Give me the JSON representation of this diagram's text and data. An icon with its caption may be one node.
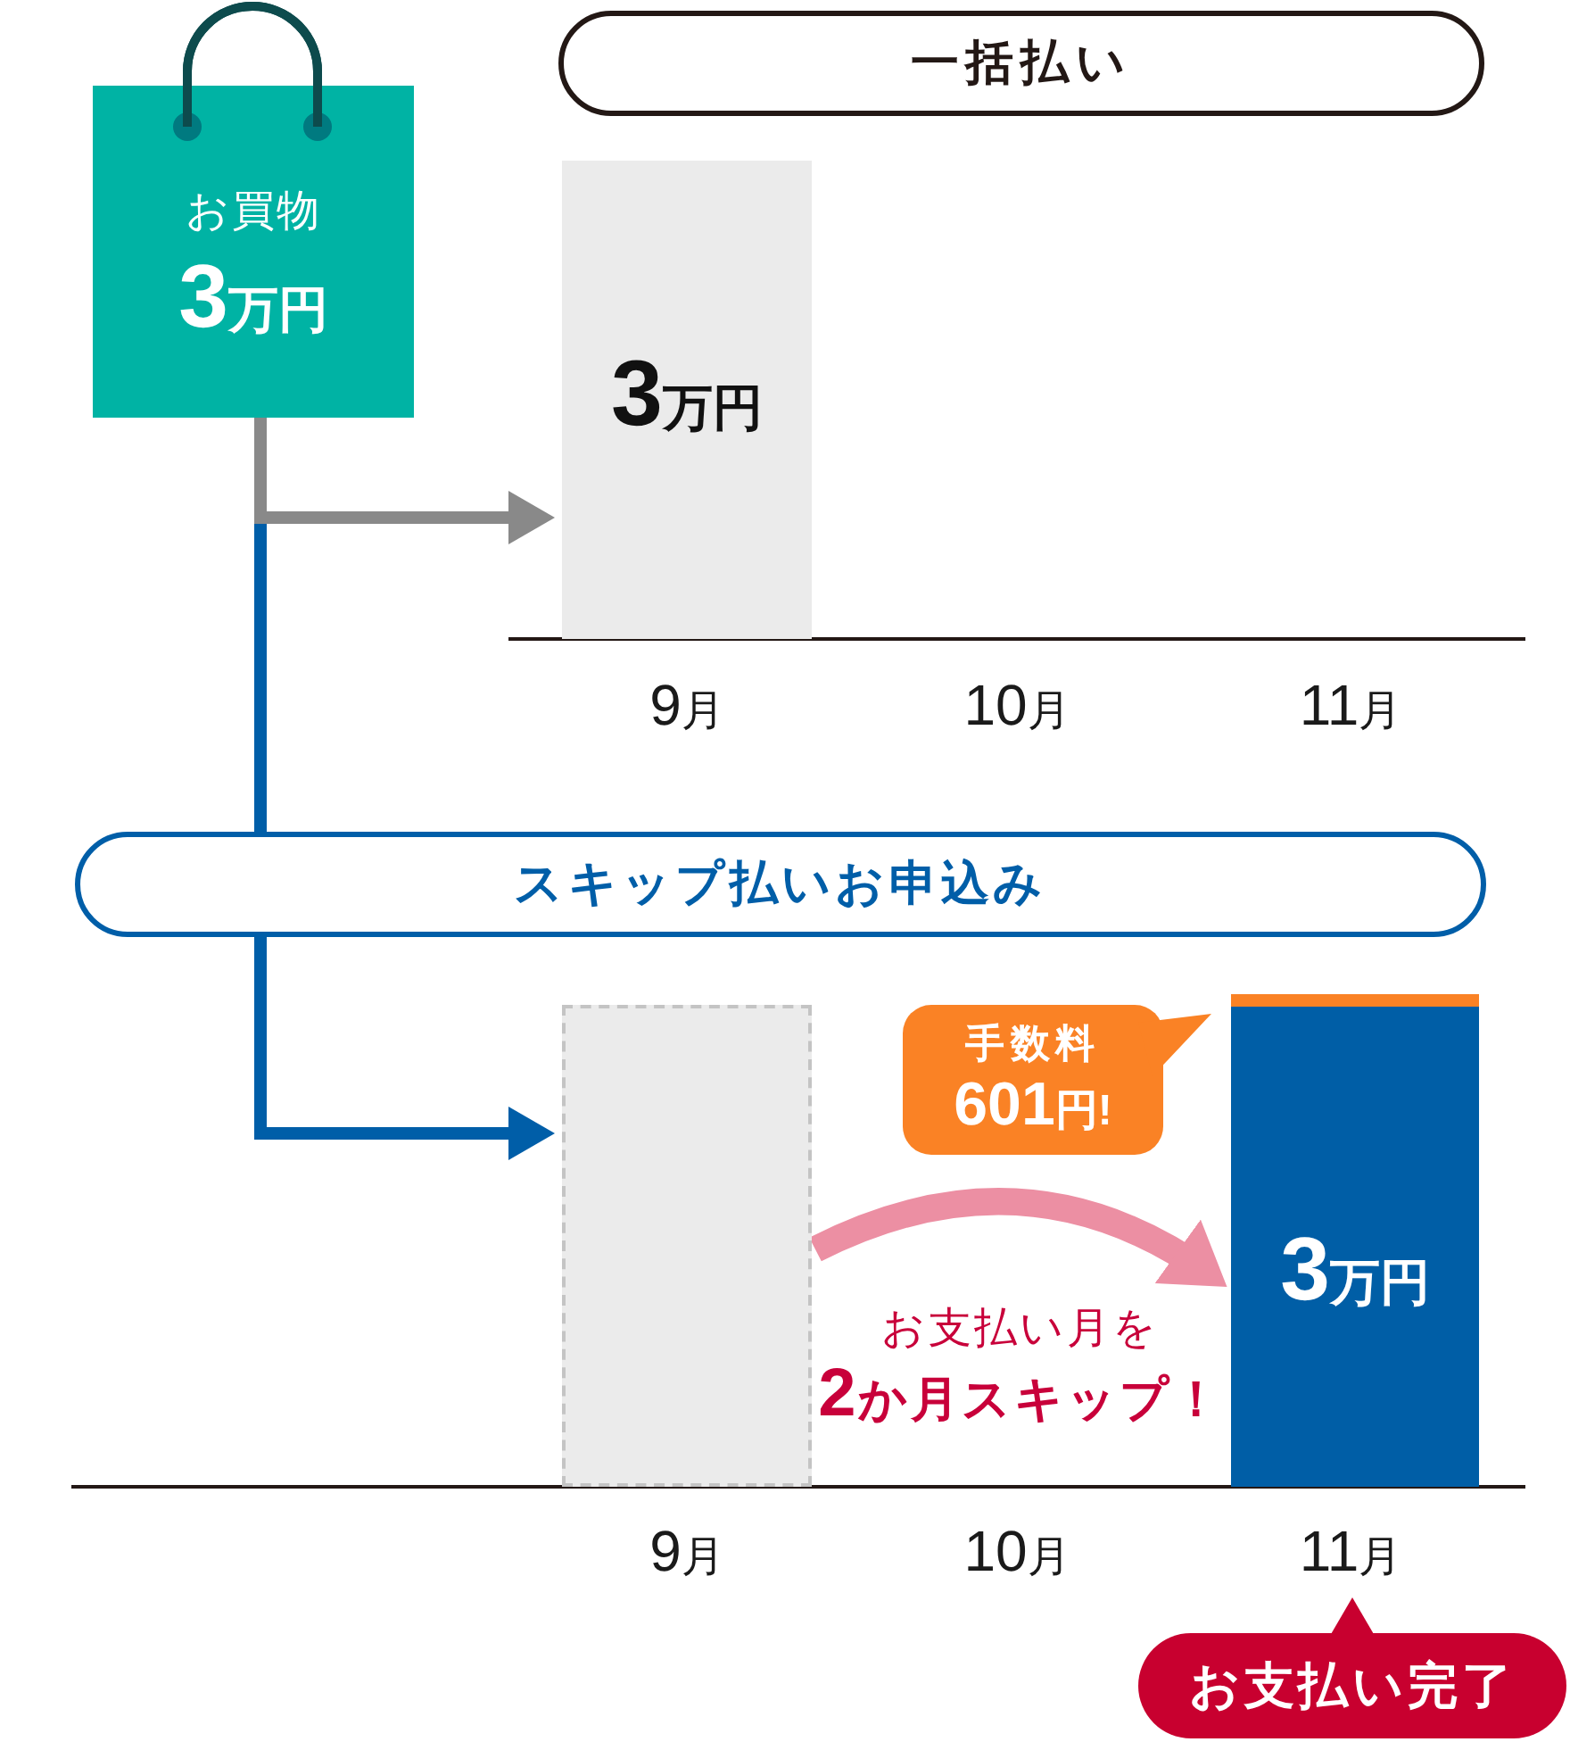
{
  "diagram": {
    "nodes": [
      {
        "text": [
          "お買物",
          "3万円"
        ]
      },
      {
        "text": [
          "一括払い"
        ]
      },
      {
        "text": [
          "3万円"
        ]
      },
      {
        "text": [
          "スキップ払いお申込み"
        ]
      },
      {
        "text": [],
        "shape": "bar"
      },
      {
        "text": [
          "手数料",
          "601円!"
        ]
      },
      {
        "text": [
          "3万円"
        ]
      },
      {
        "text": [
          "お支払い完了"
        ]
      }
    ],
    "edges": [
      {
        "from": 0,
        "to": 2,
        "arrow": "to",
        "color": "#898989"
      },
      {
        "from": 0,
        "to": 3,
        "arrow": "none"
      },
      {
        "from": 3,
        "to": 4,
        "arrow": "to"
      },
      {
        "from": 4,
        "to": 6,
        "arrow": "to",
        "label": "お支払い月を**2か月スキップ！**",
        "style": "thick",
        "color": "#ec8fa3"
      }
    ],
    "labels": [
      "9月",
      "10月",
      "11月",
      "9月",
      "10月",
      "11月"
    ]
  }
}
